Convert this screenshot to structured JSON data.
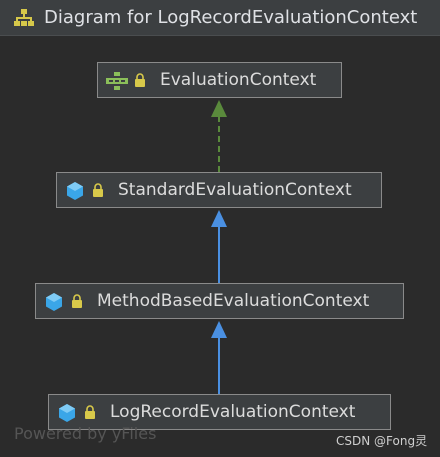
{
  "window": {
    "title": "Diagram for LogRecordEvaluationContext"
  },
  "nodes": [
    {
      "label": "EvaluationContext",
      "kind": "interface",
      "icon": "interface-icon"
    },
    {
      "label": "StandardEvaluationContext",
      "kind": "class",
      "icon": "class-icon"
    },
    {
      "label": "MethodBasedEvaluationContext",
      "kind": "class",
      "icon": "class-icon"
    },
    {
      "label": "LogRecordEvaluationContext",
      "kind": "class",
      "icon": "class-icon"
    }
  ],
  "edges": [
    {
      "from": "StandardEvaluationContext",
      "to": "EvaluationContext",
      "type": "implements",
      "color": "#5a8a3c"
    },
    {
      "from": "MethodBasedEvaluationContext",
      "to": "StandardEvaluationContext",
      "type": "extends",
      "color": "#4a90e2"
    },
    {
      "from": "LogRecordEvaluationContext",
      "to": "MethodBasedEvaluationContext",
      "type": "extends",
      "color": "#4a90e2"
    }
  ],
  "watermark": "Powered by yFiles",
  "credit": "CSDN @Fong灵",
  "colors": {
    "background": "#2b2b2b",
    "titlebar": "#3c3f41",
    "node_border": "#8a8a8a",
    "class_icon": "#3aa6e8",
    "lock": "#d8c94a"
  }
}
